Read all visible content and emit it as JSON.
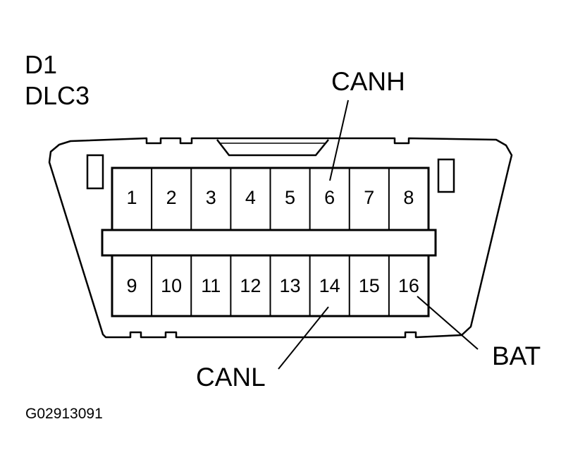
{
  "header": {
    "diagram_code": "D1",
    "connector_name": "DLC3"
  },
  "connector": {
    "top_row_pins": [
      "1",
      "2",
      "3",
      "4",
      "5",
      "6",
      "7",
      "8"
    ],
    "bottom_row_pins": [
      "9",
      "10",
      "11",
      "12",
      "13",
      "14",
      "15",
      "16"
    ]
  },
  "callouts": {
    "canh": {
      "label": "CANH",
      "pin": "6"
    },
    "canl": {
      "label": "CANL",
      "pin": "14"
    },
    "bat": {
      "label": "BAT",
      "pin": "16"
    }
  },
  "figure_id": "G02913091",
  "colors": {
    "line": "#000000",
    "background": "#ffffff"
  }
}
